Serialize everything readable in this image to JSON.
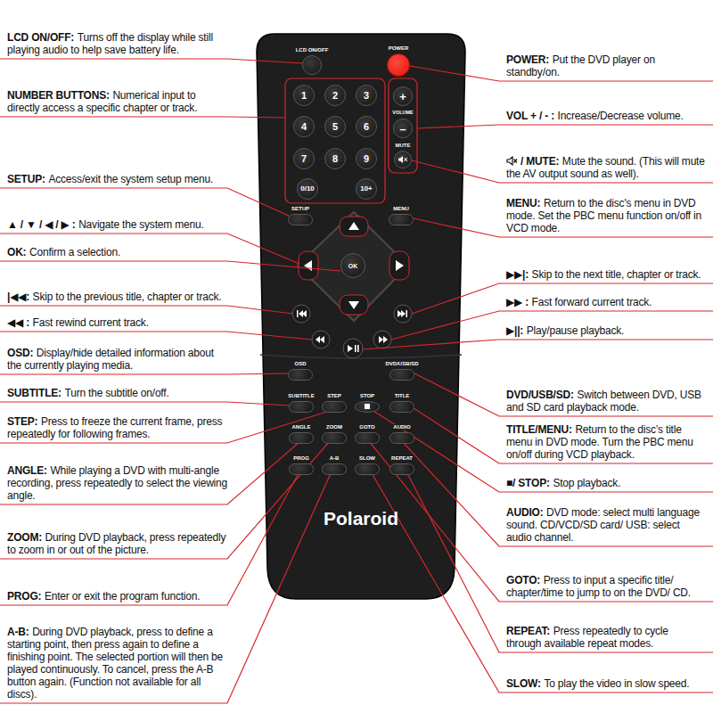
{
  "diagram": {
    "nodes": [
      {
        "text": [
          "Polaroid"
        ]
      },
      {
        "text": [
          "LCD ON/OFF"
        ],
        "in": 0
      },
      {
        "text": [
          "POWER"
        ],
        "in": 0
      },
      {
        "text": [
          "1"
        ],
        "in": 0
      },
      {
        "text": [
          "2"
        ],
        "in": 0
      },
      {
        "text": [
          "3"
        ],
        "in": 0
      },
      {
        "text": [
          "4"
        ],
        "in": 0
      },
      {
        "text": [
          "5"
        ],
        "in": 0
      },
      {
        "text": [
          "6"
        ],
        "in": 0
      },
      {
        "text": [
          "7"
        ],
        "in": 0
      },
      {
        "text": [
          "8"
        ],
        "in": 0
      },
      {
        "text": [
          "9"
        ],
        "in": 0
      },
      {
        "text": [
          "0/10"
        ],
        "in": 0
      },
      {
        "text": [
          "10+"
        ],
        "in": 0
      },
      {
        "text": [
          "+"
        ],
        "in": 0
      },
      {
        "text": [
          "–"
        ],
        "in": 0
      },
      {
        "text": [
          "MUTE"
        ],
        "in": 0
      },
      {
        "text": [
          "SETUP"
        ],
        "in": 0
      },
      {
        "text": [
          "MENU"
        ],
        "in": 0
      },
      {
        "text": [
          "OK"
        ],
        "in": 0
      },
      {
        "text": [
          "OSD"
        ],
        "in": 0
      },
      {
        "text": [
          "DVD/USB/SD"
        ],
        "in": 0
      },
      {
        "text": [
          "SUBTITLE"
        ],
        "in": 0
      },
      {
        "text": [
          "STEP"
        ],
        "in": 0
      },
      {
        "text": [
          "STOP"
        ],
        "in": 0
      },
      {
        "text": [
          "TITLE"
        ],
        "in": 0
      },
      {
        "text": [
          "ANGLE"
        ],
        "in": 0
      },
      {
        "text": [
          "ZOOM"
        ],
        "in": 0
      },
      {
        "text": [
          "GOTO"
        ],
        "in": 0
      },
      {
        "text": [
          "AUDIO"
        ],
        "in": 0
      },
      {
        "text": [
          "PROG"
        ],
        "in": 0
      },
      {
        "text": [
          "A-B"
        ],
        "in": 0
      },
      {
        "text": [
          "SLOW"
        ],
        "in": 0
      },
      {
        "text": [
          "REPEAT"
        ],
        "in": 0
      }
    ],
    "labels": [
      "LCD ON/OFF:",
      "Turns off the display while still playing audio to help save battery life.",
      "NUMBER BUTTONS:",
      "Numerical input to directly access a specific chapter or track.",
      "SETUP:",
      "Access/exit the system setup menu.",
      "▲ / ▼ / ◀ / ▶ :",
      "Navigate the system menu.",
      "OK:",
      "Confirm a selection.",
      "|◀◀:",
      "Skip to the previous title, chapter or track.",
      "◀◀ :",
      "Fast rewind current track.",
      "OSD:",
      "Display/hide detailed information about the currently playing media.",
      "SUBTITLE:",
      "Turn the subtitle on/off.",
      "STEP:",
      "Press to freeze the current frame, press repeatedly for following frames.",
      "ANGLE:",
      "While playing a DVD with multi-angle recording, press repeatedly to select the viewing angle.",
      "ZOOM:",
      "During DVD playback, press repeatedly to zoom in or out of the picture.",
      "PROG:",
      "Enter or exit the program function.",
      "A-B:",
      "During DVD playback, press to define a starting point, then press again to define a finishing point. The selected portion will then be played continuously. To cancel, press the A-B button again. (Function not available for all discs).",
      "POWER:",
      "Put the DVD player on standby/on.",
      "VOL + / - :",
      "Increase/Decrease volume.",
      "/ MUTE:",
      "Mute the sound. (This will mute the AV output sound as well).",
      "MENU:",
      "Return to the disc's menu in DVD mode. Set the PBC menu function on/off in VCD mode.",
      "▶▶|:",
      "Skip to the next title, chapter or track.",
      "▶▶ :",
      "Fast forward current track.",
      "▶||:",
      "Play/pause playback.",
      "DVD/USB/SD:",
      "Switch between DVD, USB and SD card playback mode.",
      "TITLE/MENU:",
      "Return to the disc’s title menu in DVD mode. Turn the PBC menu on/off during VCD playback.",
      "■/ STOP:",
      "Stop playback.",
      "AUDIO:",
      "DVD mode: select multi language sound. CD/VCD/SD card/ USB: select audio channel.",
      "GOTO:",
      "Press to input a specific title/ chapter/time to jump to on the DVD/ CD.",
      "REPEAT:",
      "Press repeatedly to cycle through available repeat modes.",
      "SLOW:",
      "To play the video in slow speed.",
      "VOLUME"
    ]
  }
}
